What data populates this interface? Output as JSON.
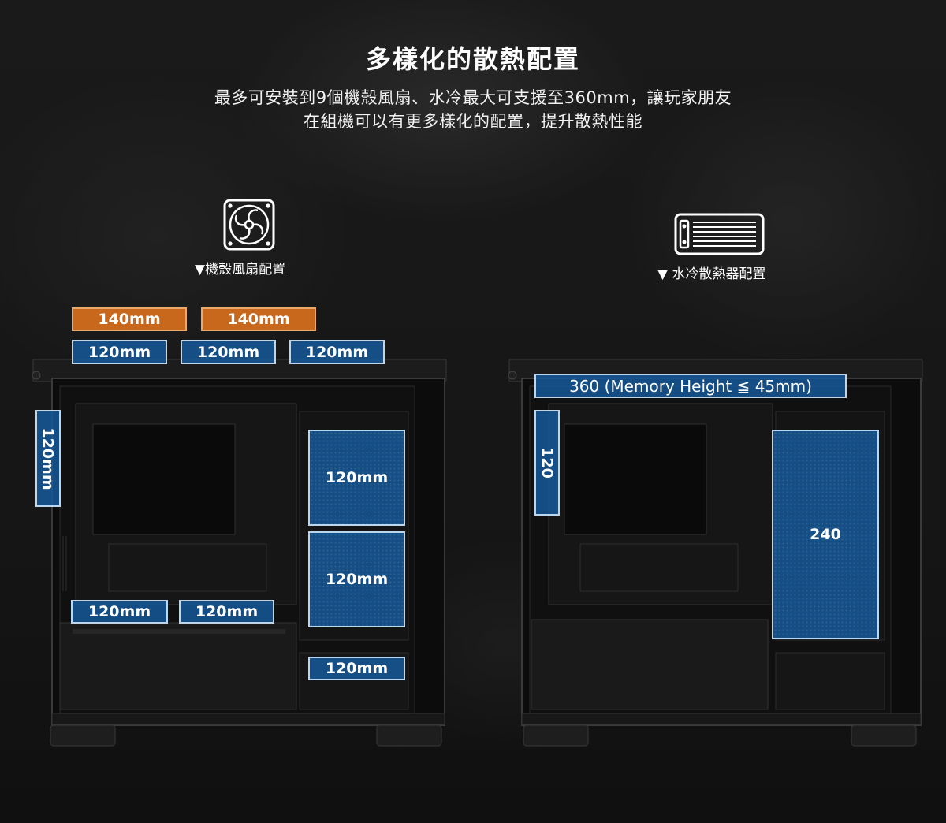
{
  "header": {
    "title": "多樣化的散熱配置",
    "subtitle_line1": "最多可安裝到9個機殼風扇、水冷最大可支援至360mm，讓玩家朋友",
    "subtitle_line2": "在組機可以有更多樣化的配置，提升散熱性能"
  },
  "fan_panel": {
    "icon": "fan-icon",
    "label": "▼機殼風扇配置",
    "slots": {
      "top_140_a": "140mm",
      "top_140_b": "140mm",
      "top_120_a": "120mm",
      "top_120_b": "120mm",
      "top_120_c": "120mm",
      "side_120": "120mm",
      "front_120_a": "120mm",
      "front_120_b": "120mm",
      "bottom_120_a": "120mm",
      "bottom_120_b": "120mm",
      "front_120_c": "120mm"
    }
  },
  "radiator_panel": {
    "icon": "radiator-icon",
    "label": "▼ 水冷散熱器配置",
    "slots": {
      "top_360": "360 (Memory Height ≦ 45mm)",
      "rear_120": "120",
      "front_240": "240"
    }
  },
  "colors": {
    "blue_slot": "#155c9e",
    "orange_slot": "#c8681c",
    "background": "#141414"
  }
}
